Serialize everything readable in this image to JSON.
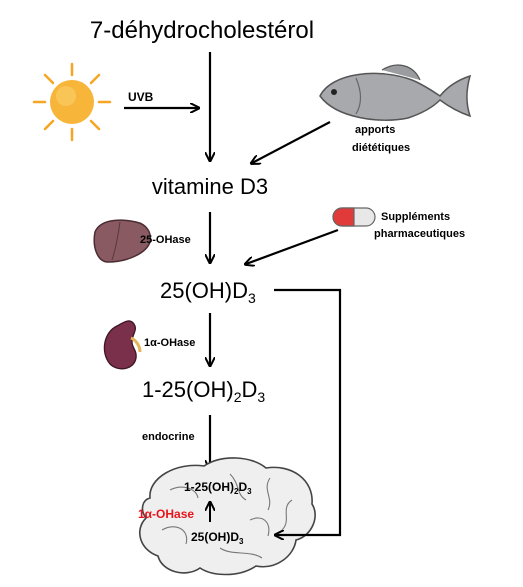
{
  "colors": {
    "arrow": "#000000",
    "sun": "#f5a623",
    "sun_core": "#f7b53a",
    "fish": "#a7a9ad",
    "liver": "#8a5a63",
    "kidney": "#7a2f4a",
    "capsule_red": "#e03a3a",
    "brain": "#eeeeee",
    "enzyme_red": "#e8141b"
  },
  "labels": {
    "top_compound": "7-déhydrocholestérol",
    "uvb": "UVB",
    "diet_line1": "apports",
    "diet_line2": "diététiques",
    "vitd3": "vitamine D3",
    "enzyme_25": "25-OHase",
    "supp_line1": "Suppléments",
    "supp_line2": "pharmaceutiques",
    "calcidiol_main": "25(OH)D",
    "calcidiol_sub": "3",
    "enzyme_1a": "1α-OHase",
    "calcitriol_main": "1-25(OH)",
    "calcitriol_sub1": "2",
    "calcitriol_d": "D",
    "calcitriol_sub2": "3",
    "endocrine": "endocrine",
    "brain_calcitriol_main": "1-25(OH)",
    "brain_calcitriol_sub1": "2",
    "brain_calcitriol_d": "D",
    "brain_calcitriol_sub2": "3",
    "brain_enzyme": "1α-OHase",
    "brain_calcidiol_main": "25(OH)D",
    "brain_calcidiol_sub": "3"
  },
  "icons": [
    "sun-icon",
    "fish-icon",
    "liver-icon",
    "capsule-icon",
    "kidney-icon",
    "brain-icon"
  ]
}
